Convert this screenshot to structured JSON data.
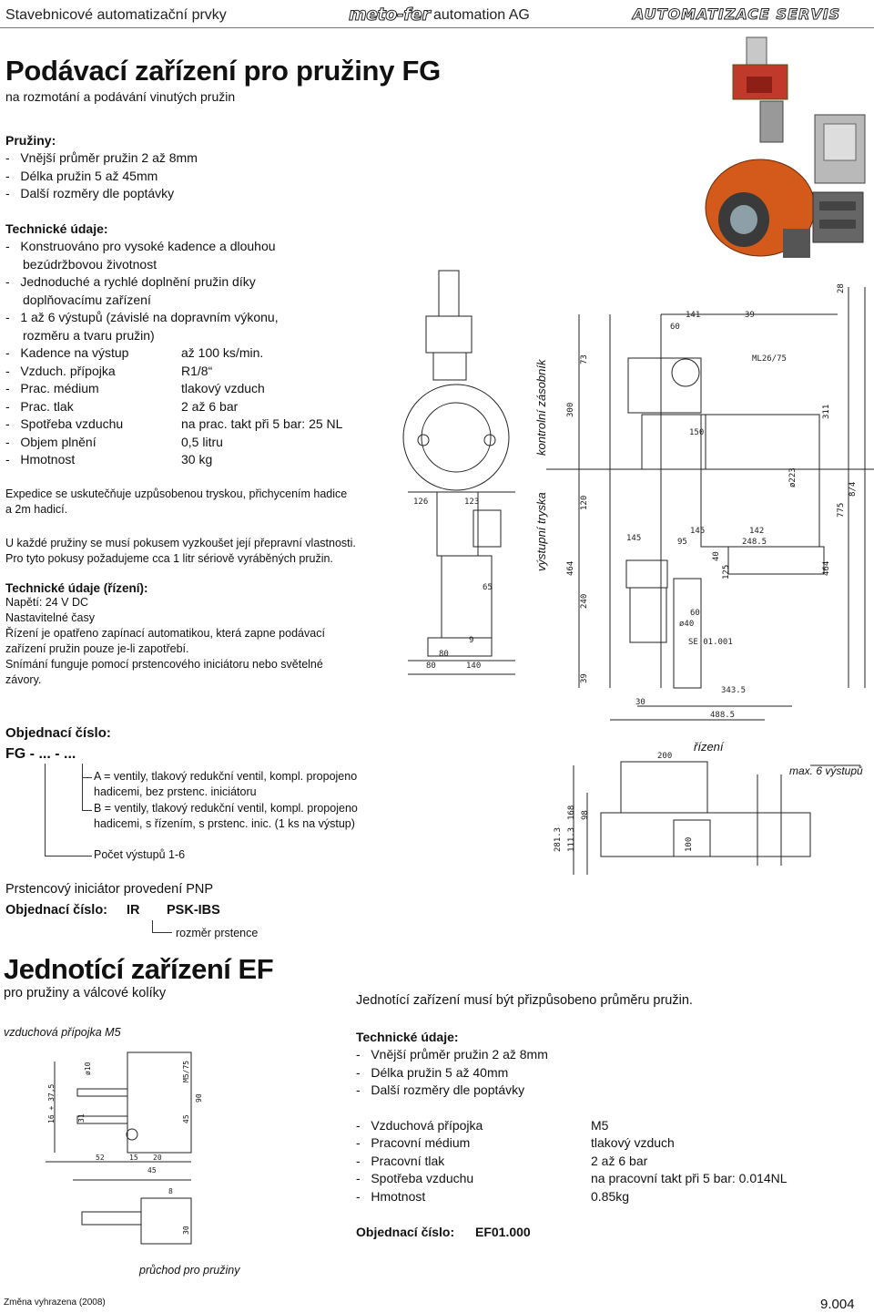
{
  "header": {
    "left": "Stavebnicové automatizační prvky",
    "logo": "meto-fer",
    "company": "automation AG",
    "right": "AUTOMATIZACE SERVIS"
  },
  "fg": {
    "title": "Podávací zařízení pro pružiny FG",
    "subtitle": "na rozmotání a podávání vinutých pružin",
    "springs_heading": "Pružiny:",
    "springs": [
      "Vnější průměr pružin 2 až 8mm",
      "Délka pružin 5 až 45mm",
      "Další rozměry dle poptávky"
    ],
    "tech_heading": "Technické údaje:",
    "tech_lines": [
      "Konstruováno pro vysoké kadence a dlouhou",
      "bezúdržbovou životnost",
      "Jednoduché a rychlé doplnění pružin díky",
      "doplňovacímu zařízení",
      "1 až 6 výstupů (závislé na dopravním výkonu,",
      "rozměru a tvaru pružin)"
    ],
    "specs": [
      {
        "label": "Kadence na výstup",
        "value": "až 100 ks/min."
      },
      {
        "label": "Vzduch. přípojka",
        "value": "R1/8“"
      },
      {
        "label": "Prac. médium",
        "value": "tlakový vzduch"
      },
      {
        "label": "Prac. tlak",
        "value": "2 až 6 bar"
      },
      {
        "label": "Spotřeba vzduchu",
        "value": "na prac. takt při 5 bar: 25 NL"
      },
      {
        "label": "Objem plnění",
        "value": "0,5 litru"
      },
      {
        "label": "Hmotnost",
        "value": "30 kg"
      }
    ],
    "expedice_1": "Expedice se uskutečňuje uzpůsobenou tryskou, přichycením hadice",
    "expedice_2": "a 2m hadicí.",
    "test_1": "U každé pružiny se musí pokusem vyzkoušet její přepravní vlastnosti.",
    "test_2": "Pro tyto pokusy požadujeme cca 1 litr sériově vyráběných pružin.",
    "control_heading": "Technické údaje (řízení):",
    "control_lines": [
      "Napětí: 24 V  DC",
      "Nastavitelné časy",
      "Řízení je opatřeno zapínací automatikou, která zapne podávací",
      "zařízení pružin pouze je-li zapotřebí.",
      "Snímání funguje pomocí prstencového iniciátoru nebo světelné",
      "závory."
    ],
    "order_heading": "Objednací číslo:",
    "order_code": "FG - ...  - ...",
    "option_a_1": "A = ventily, tlakový redukční ventil, kompl. propojeno",
    "option_a_2": "hadicemi, bez prstenc. iniciátoru",
    "option_b_1": "B = ventily, tlakový redukční ventil, kompl. propojeno",
    "option_b_2": "hadicemi, s řízením, s prstenc. inic. (1 ks na výstup)",
    "outputs_note": "Počet výstupů 1-6",
    "pnp_title": "Prstencový iniciátor provedení PNP",
    "pnp_order_label": "Objednací číslo:",
    "pnp_ir": "IR",
    "pnp_code": "PSK-IBS",
    "pnp_note": "rozměr prstence"
  },
  "drawing_labels": {
    "kontrolni": "kontrolní zásobník",
    "vystupni": "výstupní tryska",
    "rizeni": "řízení",
    "max": "max. 6 výstupů"
  },
  "dims": {
    "d141": "141",
    "d39": "39",
    "d60": "60",
    "d28": "28",
    "d73": "73",
    "dML": "ML26/75",
    "d150": "150",
    "d300": "300",
    "d311": "311",
    "d223": "ø223",
    "d775": "775",
    "d8": "8/4",
    "d126": "126",
    "d123": "123",
    "d120": "120",
    "d145": "145",
    "d142": "142",
    "d95": "95",
    "d2485": "248.5",
    "d40": "40",
    "d125": "125",
    "d464": "464",
    "d464b": "464",
    "d240": "240",
    "d60b": "60",
    "d40b": "ø40",
    "dSE": "SE 01.001",
    "d65": "65",
    "d9": "9",
    "d80": "80",
    "d80b": "80",
    "d140": "140",
    "d39b": "39",
    "d30": "30",
    "d3435": "343.5",
    "d4885": "488.5",
    "d200": "200",
    "d168": "168",
    "d98": "98",
    "d2813": "281.3",
    "d113": "111.3",
    "d100": "100"
  },
  "ef": {
    "title": "Jednotící zařízení EF",
    "subtitle": "pro pružiny a válcové kolíky",
    "note": "Jednotící zařízení musí být přizpůsobeno průměru pružin.",
    "air_label": "vzduchová přípojka M5",
    "tech_heading": "Technické údaje:",
    "tech": [
      "Vnější průměr pružin 2 až 8mm",
      "Délka pružin 5 až 40mm",
      "Další rozměry dle poptávky"
    ],
    "specs": [
      {
        "label": "Vzduchová přípojka",
        "value": "M5"
      },
      {
        "label": "Pracovní médium",
        "value": "tlakový vzduch"
      },
      {
        "label": "Pracovní tlak",
        "value": "2 až 6 bar"
      },
      {
        "label": "Spotřeba vzduchu",
        "value": "na pracovní takt při 5 bar: 0.014NL"
      },
      {
        "label": "Hmotnost",
        "value": "0.85kg"
      }
    ],
    "order_label": "Objednací číslo:",
    "order_value": "EF01.000",
    "passage": "průchod pro pružiny",
    "dims": {
      "a": "ø10",
      "b": "M5/75",
      "c": "16 + 37,5",
      "d": "31",
      "e": "90",
      "f": "45",
      "g": "52",
      "h": "15",
      "i": "20",
      "j": "45",
      "k": "8",
      "l": "30"
    }
  },
  "footer": {
    "left": "Změna vyhrazena (2008)",
    "right": "9.004"
  }
}
